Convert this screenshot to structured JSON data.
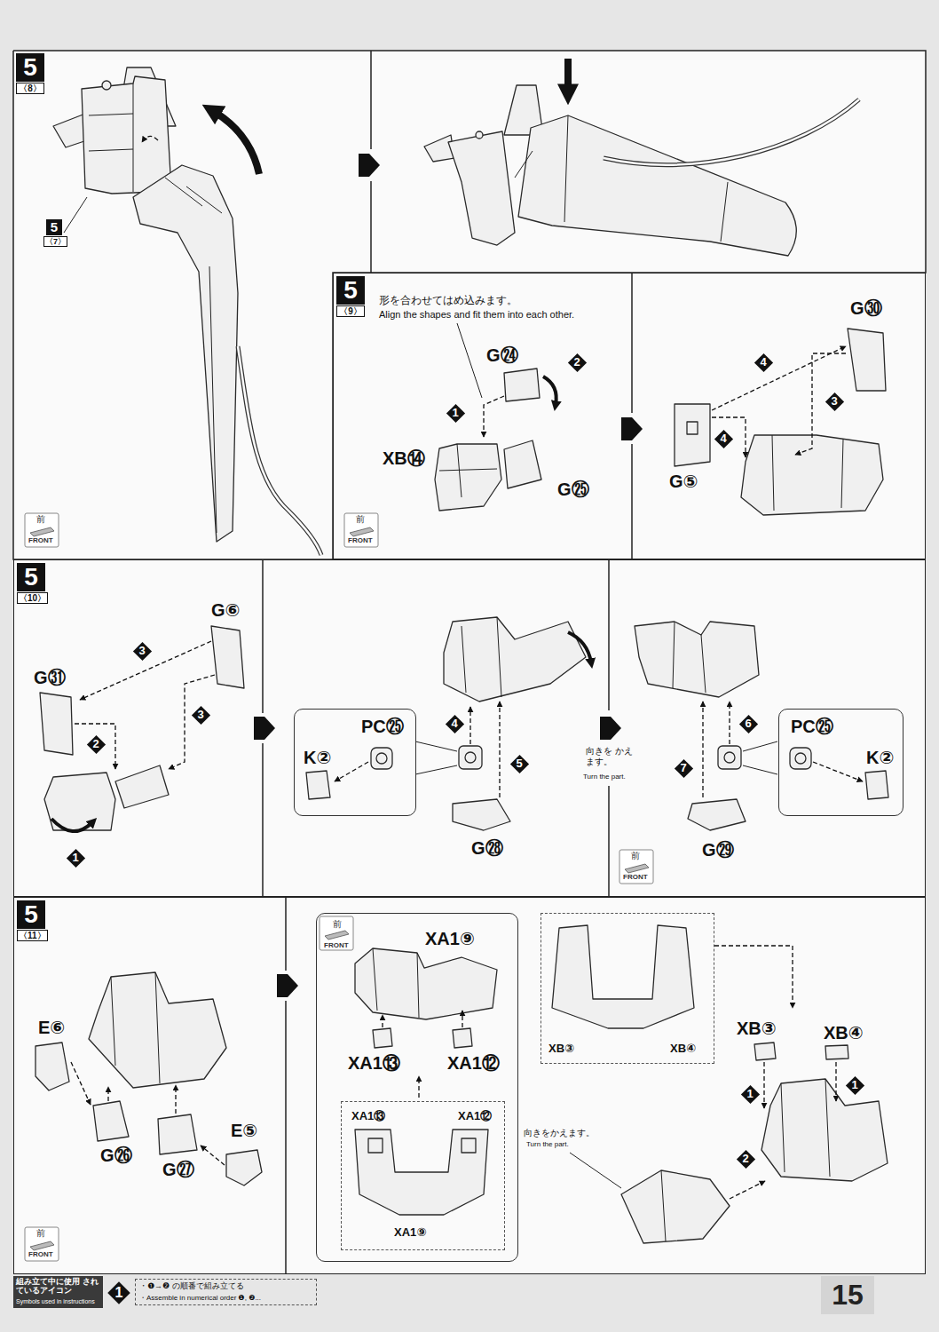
{
  "diagram": {
    "nodes": [
      {
        "text": [
          "5",
          "〈8〉"
        ]
      },
      {
        "text": [
          "5",
          "〈9〉"
        ]
      },
      {
        "text": [
          "5",
          "〈10〉"
        ]
      },
      {
        "text": [
          "PC㉕",
          "K②"
        ],
        "in": 2
      },
      {
        "text": [
          "PC㉕",
          "K②"
        ],
        "in": 2
      },
      {
        "text": [
          "5",
          "〈11〉"
        ]
      },
      {
        "text": [
          "前",
          "FRONT",
          "XA1⑨",
          "XA1⑬",
          "XA1⑫"
        ],
        "in": 5
      },
      {
        "text": [
          "XA1⑬",
          "XA1⑫",
          "XA1⑨"
        ],
        "in": 6
      },
      {
        "text": [
          "XB③",
          "XB④"
        ],
        "in": 5
      },
      {
        "text": [
          "組み立て中に使用 されているアイコン",
          "Symbols used in instructions"
        ]
      },
      {
        "text": [
          "・❶→❷ の順番で組み立てる",
          "・Assemble in numerical order ❶, ❷..."
        ]
      }
    ],
    "labels": [
      "5",
      "〈7〉",
      "前",
      "FRONT",
      "形を合わせてはめ込みます。",
      "Align the shapes and fit them into each other.",
      "G㉔",
      "2",
      "1",
      "XB⑭",
      "G㉕",
      "G㉚",
      "4",
      "3",
      "4",
      "G⑤",
      "前",
      "FRONT",
      "G⑥",
      "G㉛",
      "3",
      "2",
      "3",
      "1",
      "4",
      "5",
      "G㉘",
      "向きを かえます。",
      "Turn the part.",
      "6",
      "7",
      "G㉙",
      "前",
      "FRONT",
      "E⑥",
      "G㉖",
      "G㉗",
      "E⑤",
      "前",
      "FRONT",
      "向きをかえます。",
      "Turn the part.",
      "XB③",
      "XB④",
      "1",
      "1",
      "2",
      "1",
      "15"
    ]
  }
}
